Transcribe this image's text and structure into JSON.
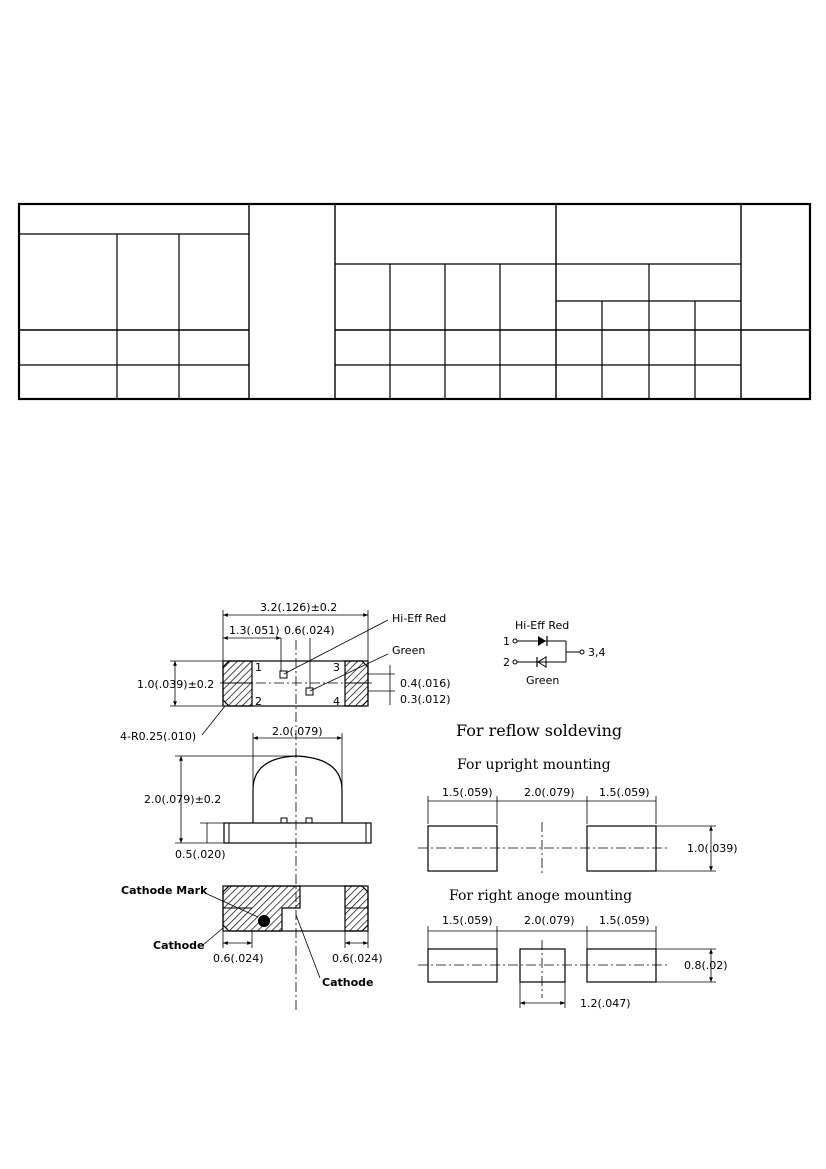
{
  "package": {
    "top_view": {
      "width_dim": "3.2(.126)±0.2",
      "offset_dim": "1.3(.051)",
      "gap_dim": "0.6(.024)",
      "height_dim": "1.0(.039)±0.2",
      "radius_note": "4-R0.25(.010)",
      "chip_red_label": "Hi-Eff Red",
      "chip_green_label": "Green",
      "offset_red": "0.4(.016)",
      "offset_green": "0.3(.012)",
      "pins": [
        "1",
        "2",
        "3",
        "4"
      ]
    },
    "side_view": {
      "dome_width": "2.0(.079)",
      "height_dim": "2.0(.079)±0.2",
      "base_dim": "0.5(.020)"
    },
    "bottom_view": {
      "cathode_mark_label": "Cathode Mark",
      "cathode_left_label": "Cathode",
      "cathode_right_label": "Cathode",
      "pad_left_dim": "0.6(.024)",
      "pad_right_dim": "0.6(.024)"
    }
  },
  "schematic": {
    "red_label": "Hi-Eff Red",
    "green_label": "Green",
    "pin1": "1",
    "pin2": "2",
    "common": "3,4"
  },
  "soldering": {
    "title": "For reflow soldeving",
    "upright": {
      "title": "For upright   mounting",
      "dims": [
        "1.5(.059)",
        "2.0(.079)",
        "1.5(.059)"
      ],
      "height": "1.0(.039)"
    },
    "right_angle": {
      "title": "For right anoge  mounting",
      "dims": [
        "1.5(.059)",
        "2.0(.079)",
        "1.5(.059)"
      ],
      "height": "0.8(.02)",
      "center_width": "1.2(.047)"
    }
  }
}
